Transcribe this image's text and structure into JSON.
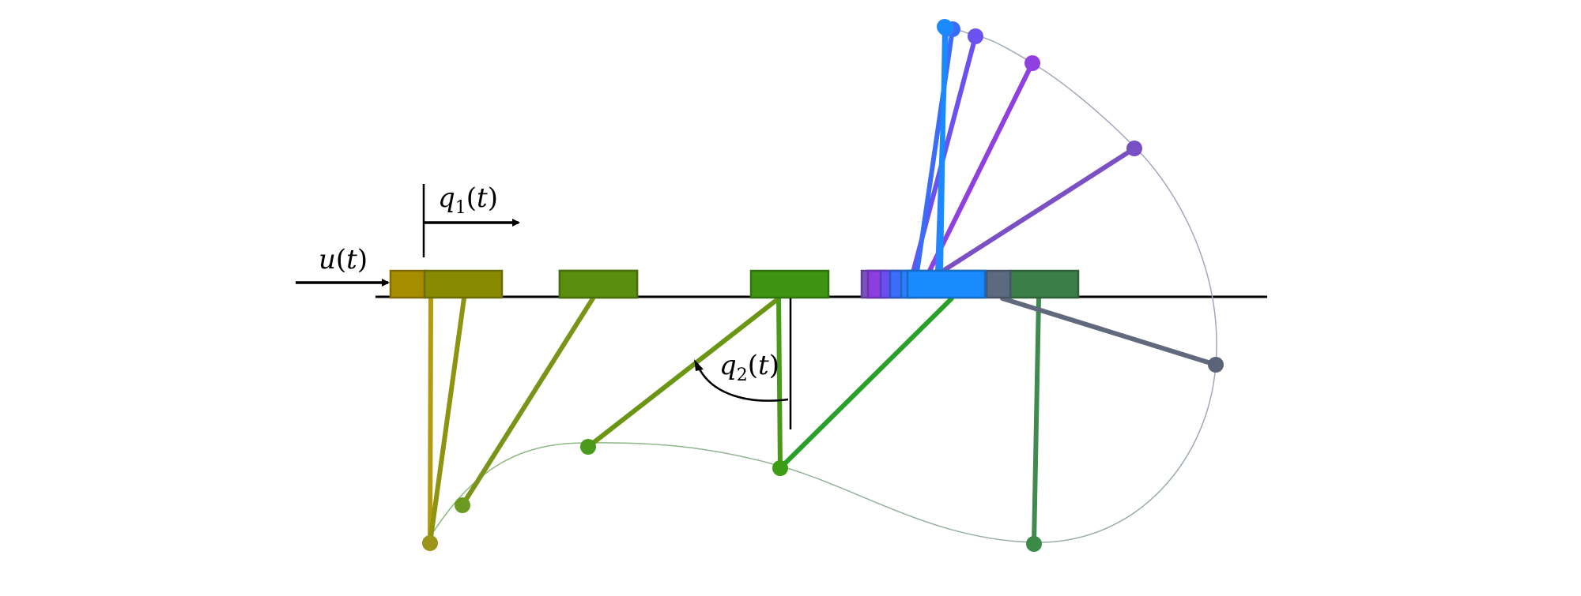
{
  "labels": {
    "input_force": {
      "var": "u",
      "open": "(",
      "arg": "t",
      "close": ")"
    },
    "cart_position": {
      "var": "q",
      "sub": "1",
      "open": "(",
      "arg": "t",
      "close": ")"
    },
    "pendulum_angle": {
      "var": "q",
      "sub": "2",
      "open": "(",
      "arg": "t",
      "close": ")"
    }
  },
  "colors": {
    "rail": "#000000",
    "arrow": "#000000",
    "trajectory_start": "#8aba7a",
    "trajectory_end": "#a4a4c8",
    "pole_outline_darken": 0.78
  },
  "frames": [
    {
      "color": "#a88c00",
      "pole": "#b39a10",
      "bob": "#9c9418",
      "role": "start"
    },
    {
      "color": "#888a00",
      "pole": "#8c9410",
      "bob": "#8a9200"
    },
    {
      "color": "#6a8e0c",
      "pole": "#7a9418",
      "bob": "#6a9a20"
    },
    {
      "color": "#5a8e0e",
      "pole": "#6a9614",
      "bob": "#4a9a1c"
    },
    {
      "color": "#3e9412",
      "pole": "#4a9a18",
      "bob": "#3e9c14"
    },
    {
      "color": "#259a1e",
      "pole": "#2aa02a",
      "bob": "#26a028"
    },
    {
      "color": "#3c7e48",
      "pole": "#3f8a4e",
      "bob": "#3c8a48"
    },
    {
      "color": "#5c6a80",
      "pole": "#606a7c",
      "bob": "#5a6478"
    },
    {
      "color": "#7a52c0",
      "pole": "#7a50c4",
      "bob": "#7850c4"
    },
    {
      "color": "#8c3fe0",
      "pole": "#9040e0",
      "bob": "#9040e0"
    },
    {
      "color": "#6a4ff0",
      "pole": "#6a52ee",
      "bob": "#6a52ee"
    },
    {
      "color": "#3a6ef8",
      "pole": "#3a6cf8",
      "bob": "#3a6cf8"
    },
    {
      "color": "#2880ff",
      "pole": "#2a80ff",
      "bob": "#2a80ff"
    },
    {
      "color": "#1a8aff",
      "pole": "#1a8aff",
      "bob": "#1a8aff",
      "role": "end"
    }
  ]
}
